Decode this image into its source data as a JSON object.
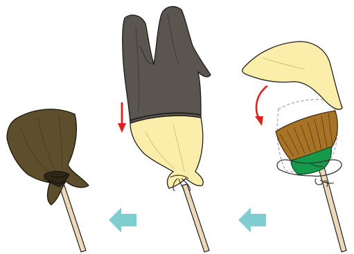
{
  "illustration": {
    "steps": [
      {
        "id": "step-1",
        "description": "finished-covered-broom"
      },
      {
        "id": "step-2",
        "description": "pull-stocking-down-over-cloth"
      },
      {
        "id": "step-3",
        "description": "wrap-cloth-over-broom-head"
      }
    ],
    "arrows": [
      {
        "id": "arrow-left-a",
        "icon": "left-arrow-icon"
      },
      {
        "id": "arrow-left-b",
        "icon": "left-arrow-icon"
      },
      {
        "id": "arrow-down",
        "icon": "down-arrow-icon"
      },
      {
        "id": "arrow-curve",
        "icon": "curved-arrow-icon"
      }
    ],
    "colors": {
      "cloth_yellow": "#fbeeaa",
      "stocking_gray": "#5a564f",
      "wrapped_brown": "#5d4f2c",
      "broom_bristle": "#a77324",
      "broom_green": "#159a4b",
      "handle_wood": "#edd9b8",
      "arrow_teal": "#7fcdd1",
      "arrow_red": "#d9231d"
    }
  }
}
